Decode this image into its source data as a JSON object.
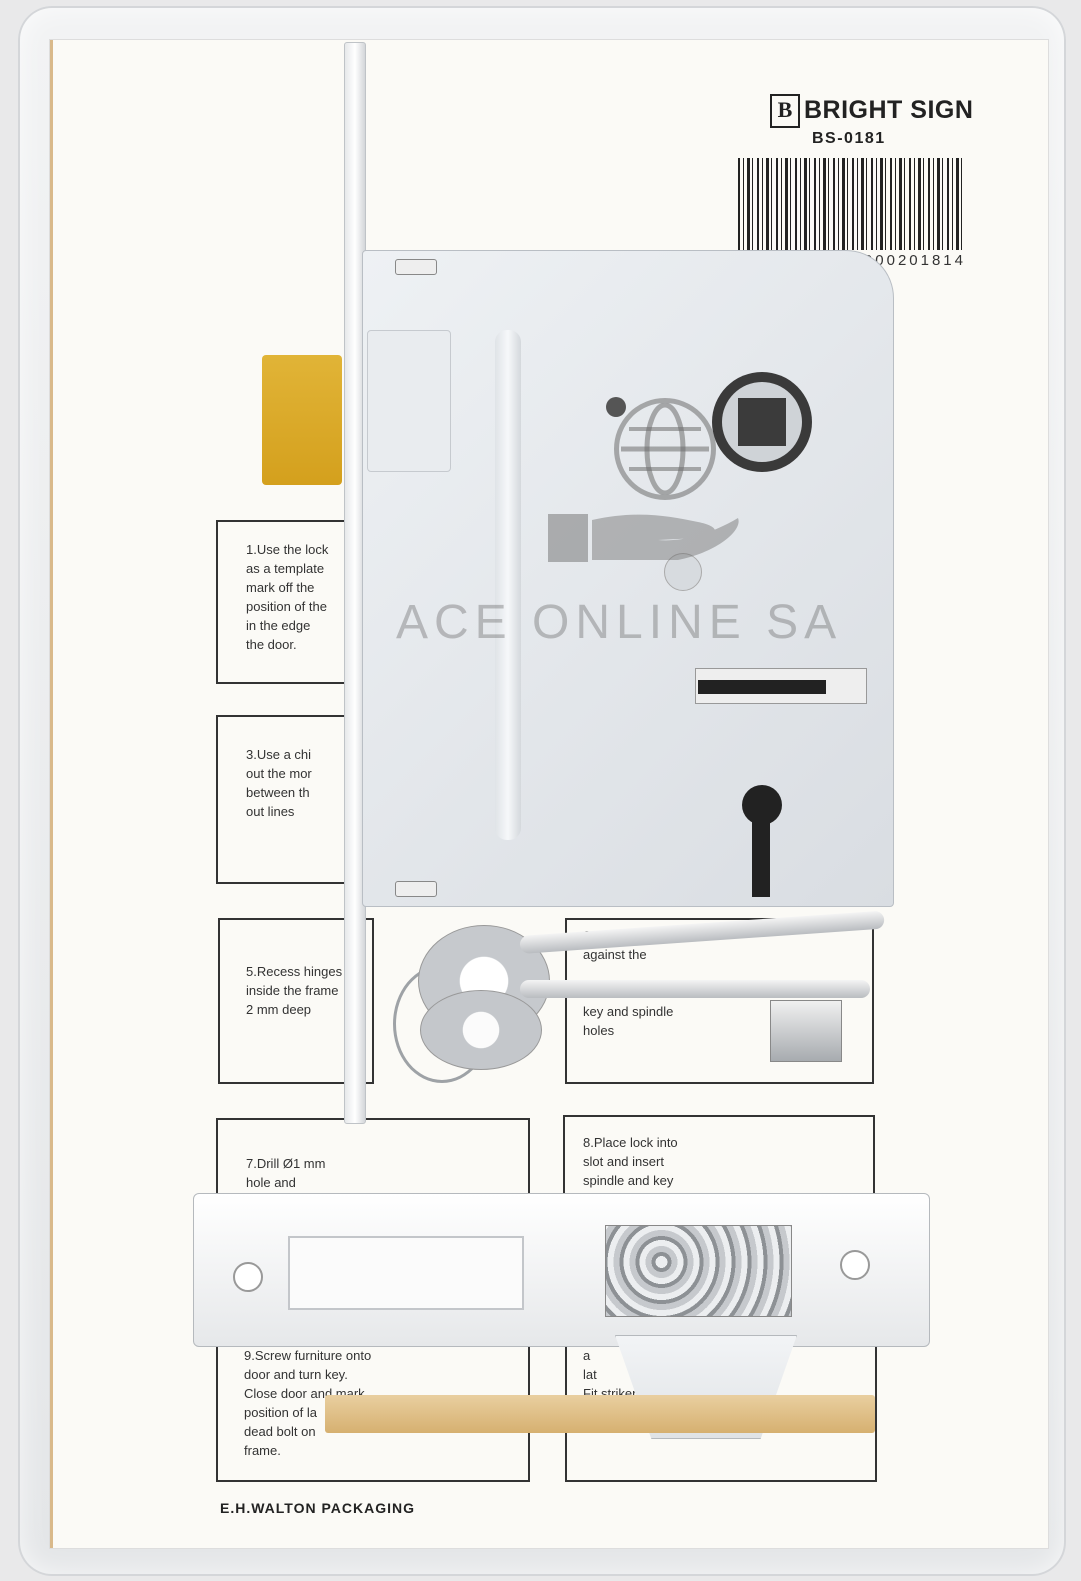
{
  "brand": {
    "mark": "B",
    "name": "BRIGHT SIGN",
    "model": "BS-0181"
  },
  "barcode": {
    "number": "0114000201814"
  },
  "instructions": [
    {
      "text": "1.Use the lock\nas a template\nmark off the\nposition of the\nin the edge\nthe door."
    },
    {
      "text": "3.Use a chi\nout the mor\nbetween th\nout lines"
    },
    {
      "text": "5.Recess hinges\ninside the frame\n2 mm deep"
    },
    {
      "text": "6.Hold lock\nagainst the\n\nand mark off the\nkey and spindle\nholes"
    },
    {
      "text": "7.Drill Ø1 mm\nhole and\nØ12 mm key hole"
    },
    {
      "text": "8.Place lock into\nslot and insert\nspindle and key\ninto"
    },
    {
      "text": "9.Screw furniture onto\ndoor and turn key.\nClose door and mark\nposition of la\ndead bolt on\nframe."
    },
    {
      "text": "a\nlat\nFit striker plate."
    }
  ],
  "footer": "E.H.WALTON PACKAGING",
  "watermark": "ACE ONLINE SA",
  "colors": {
    "card": "#fbfaf6",
    "yellow_block": "#d9a828",
    "lock_body": "#e3e7eb",
    "ink": "#222222"
  }
}
